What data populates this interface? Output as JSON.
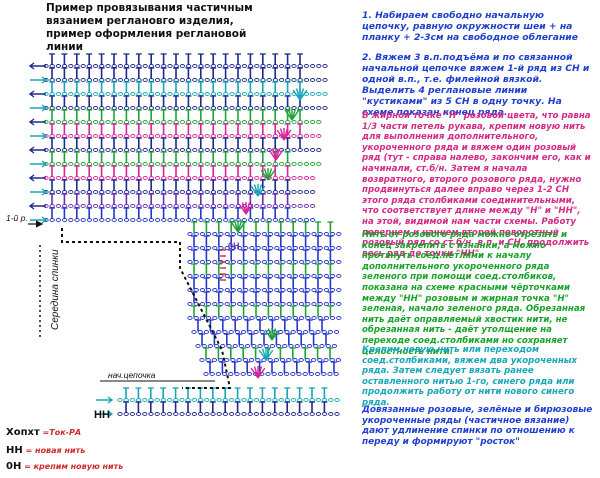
{
  "title": "Пример провязывания частичным вязанием реглановго изделия, пример оформления реглановой линии",
  "notes": {
    "n1": "1. Набираем свободно начальную цепочку, равную окружности шеи + на планку + 2-3см на свободное облегание",
    "n2": "2. Вяжем 3 в.п.подъёма и по связанной начальной цепочке вяжем 1-й ряд из СН и одной в.п., т.е. филейной вязкой. Выделить 4 реглановые линии \"кустиками\" из 5 СН в одну точку. На схеме показан конец ряда.",
    "n3": "В жирной точке \"Н\" розовой цвета, что равна 1/3 части петель рукава, крепим новую нить для выполнения дополнительного, укороченного ряда и вяжем один розовый ряд (тут - справа налево, закончим его, как и начинали, ст.б/н. Затем я начала возвратного, второго розового ряда, нужно продвинуться далее вправо через 1-2 СН этого ряда столбиками соединительными, что соответствует длине между \"Н\" и \"НН\", на этой, видимой нам части схемы. Работу повернем и начнем второй поворотный розовый ряд со ст.б/н, в.п. и СН, продолжить весь ряд до точки \"НН\".",
    "n4": "Нить от розового ряда можно отрезать и конец закрепить с изнанки, а можно протянуть соед.петлями к началу дополнительного укороченного ряда зеленого при помощи соед.столбиков, показана на схеме красными чёрточками между \"НН\" розовым и жирная точка \"Н\" зеленая, начало зеленого ряда. Обрезанная нить даёт оправляемый хвостик нити, не обрезанная нить - даёт утолщение на переходе соед.столбиками но сохраняет целостность нити.",
    "n5": "Крепим новую нить или переходом соед.столбиками, вяжем два укороченных ряда. Затем следует вязать ранее оставленного нитью 1-го, синего ряда или продолжить работу от нити нового синего ряда.",
    "n6": "Довязанные розовые, зелёные и бирюзовые укороченные ряды (частичное вязание) дают удлинение спинки по отношению к переду и формируют \"росток\""
  },
  "labels": {
    "row1": "1-й р.",
    "center_back": "Середина спинки",
    "start_chain": "нач.цепочка",
    "nn_marker": "НН",
    "hn_marker": "0Н"
  },
  "legend": {
    "l1_sym": "Хопхт",
    "l1_text": "=Ток-РА",
    "l2_sym": "НН",
    "l2_text": "= новая нить",
    "l3_sym": "0Н",
    "l3_text": "= крепим новую нить"
  },
  "colors": {
    "navy": "#1d2a8a",
    "blue": "#2536c8",
    "pink": "#d8249b",
    "green": "#1fa338",
    "teal": "#16a7b8",
    "purple": "#6a2fb0",
    "black": "#111111",
    "red": "#d12a2a"
  }
}
